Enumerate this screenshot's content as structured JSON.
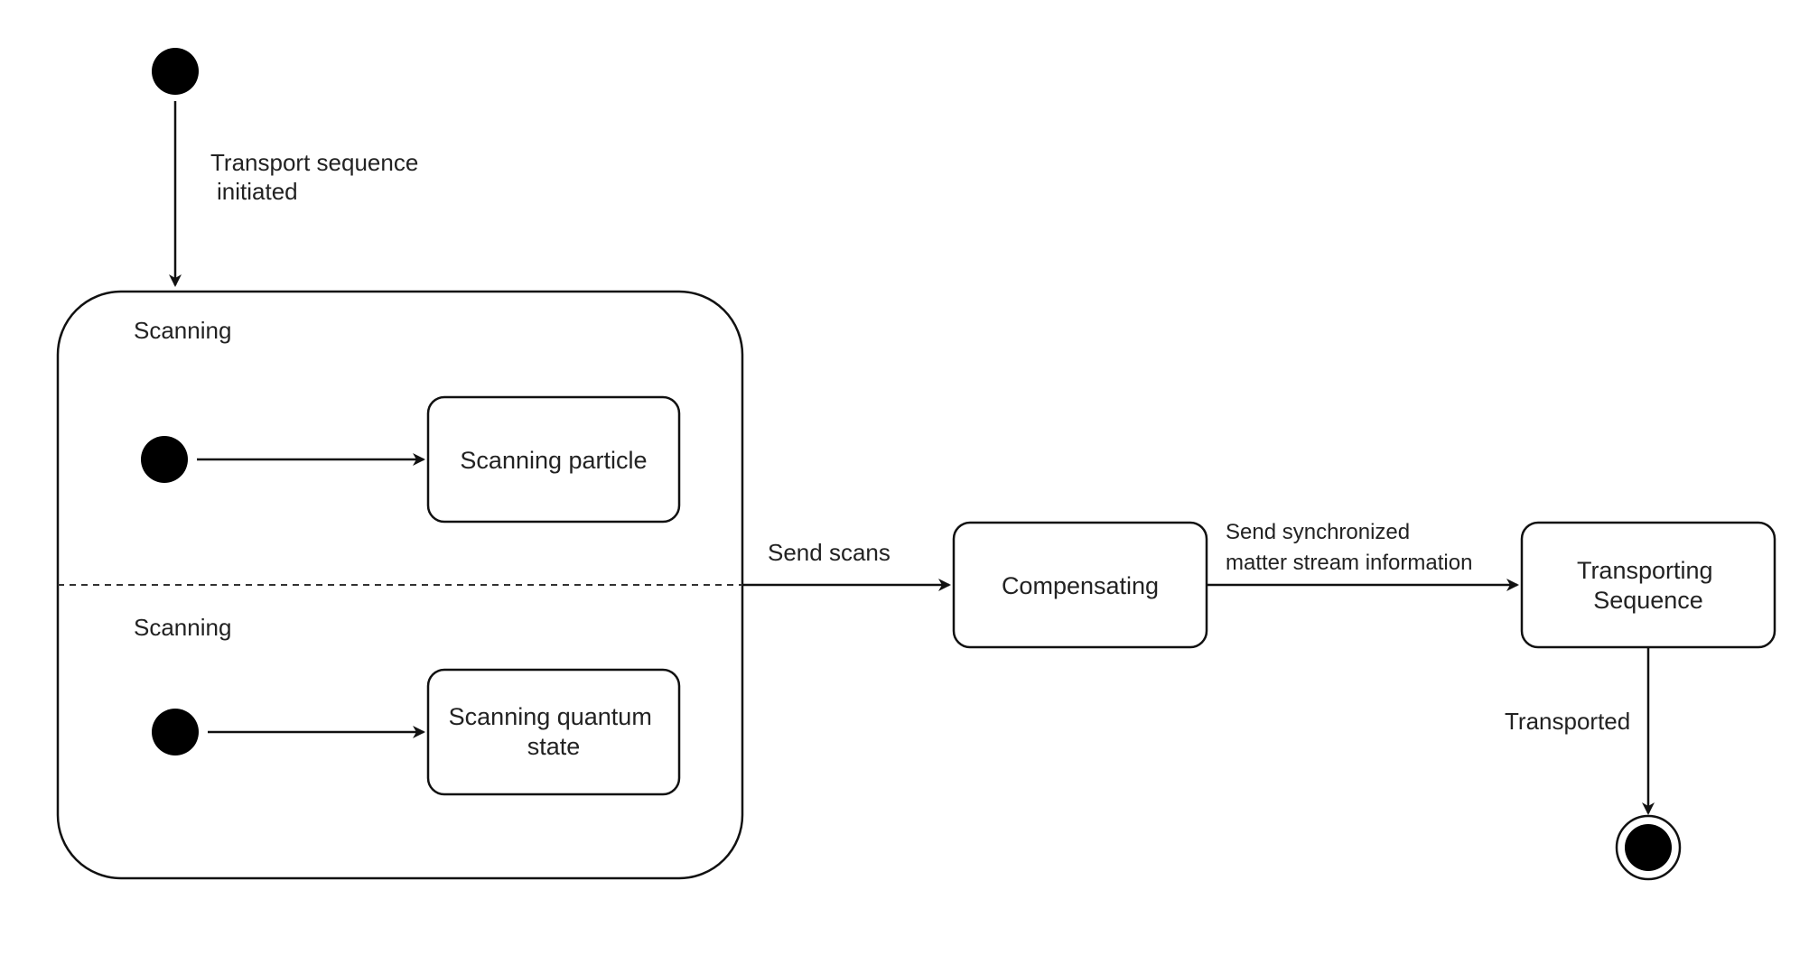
{
  "diagram": {
    "composite_state": {
      "region_top_label": "Scanning",
      "region_bottom_label": "Scanning"
    },
    "states": {
      "scanning_particle": [
        "Scanning particle"
      ],
      "scanning_quantum_state": [
        "Scanning quantum",
        "state"
      ],
      "compensating": [
        "Compensating"
      ],
      "transporting_sequence": [
        "Transporting",
        "Sequence"
      ]
    },
    "transitions": {
      "initiated": [
        "Transport sequence",
        "initiated"
      ],
      "send_scans": [
        "Send scans"
      ],
      "send_sync": [
        "Send synchronized",
        "matter stream information"
      ],
      "transported": [
        "Transported"
      ]
    },
    "colors": {
      "line": "#111111",
      "text": "#222222",
      "fill": "#ffffff",
      "node": "#000000"
    }
  }
}
